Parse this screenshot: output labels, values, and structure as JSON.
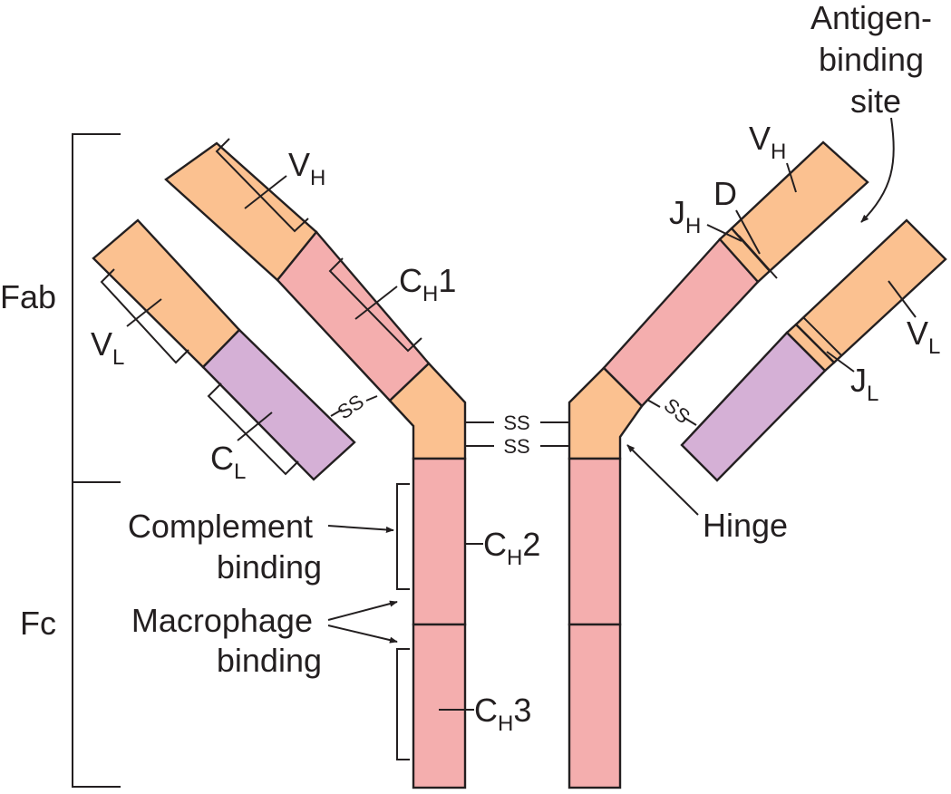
{
  "colors": {
    "variable": "#fbc190",
    "heavy_constant": "#f4aeae",
    "light_constant": "#d5b0d6",
    "hinge": "#fbc190",
    "outline": "#231f20",
    "text": "#231f20"
  },
  "labels": {
    "fab": "Fab",
    "fc": "Fc",
    "v_main": "V",
    "c_main": "C",
    "j_main": "J",
    "h_sub": "H",
    "l_sub": "L",
    "d": "D",
    "ch1_suffix": "1",
    "ch2_suffix": "2",
    "ch3_suffix": "3",
    "ss": "SS",
    "hinge": "Hinge",
    "antigen_binding_site": [
      "Antigen-",
      "binding",
      "site"
    ],
    "complement_binding": [
      "Complement",
      "binding"
    ],
    "macrophage_binding": [
      "Macrophage",
      "binding"
    ]
  }
}
